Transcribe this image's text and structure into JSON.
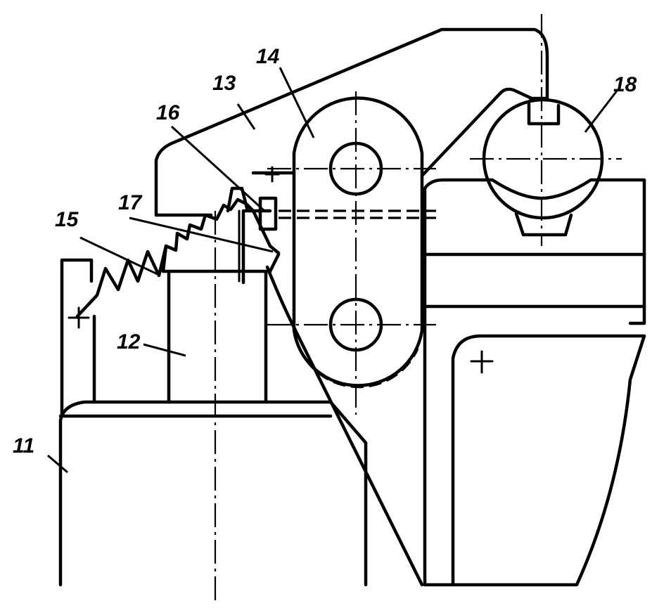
{
  "labels": {
    "l11": "11",
    "l12": "12",
    "l13": "13",
    "l14": "14",
    "l15": "15",
    "l16": "16",
    "l17": "17",
    "l18": "18"
  }
}
